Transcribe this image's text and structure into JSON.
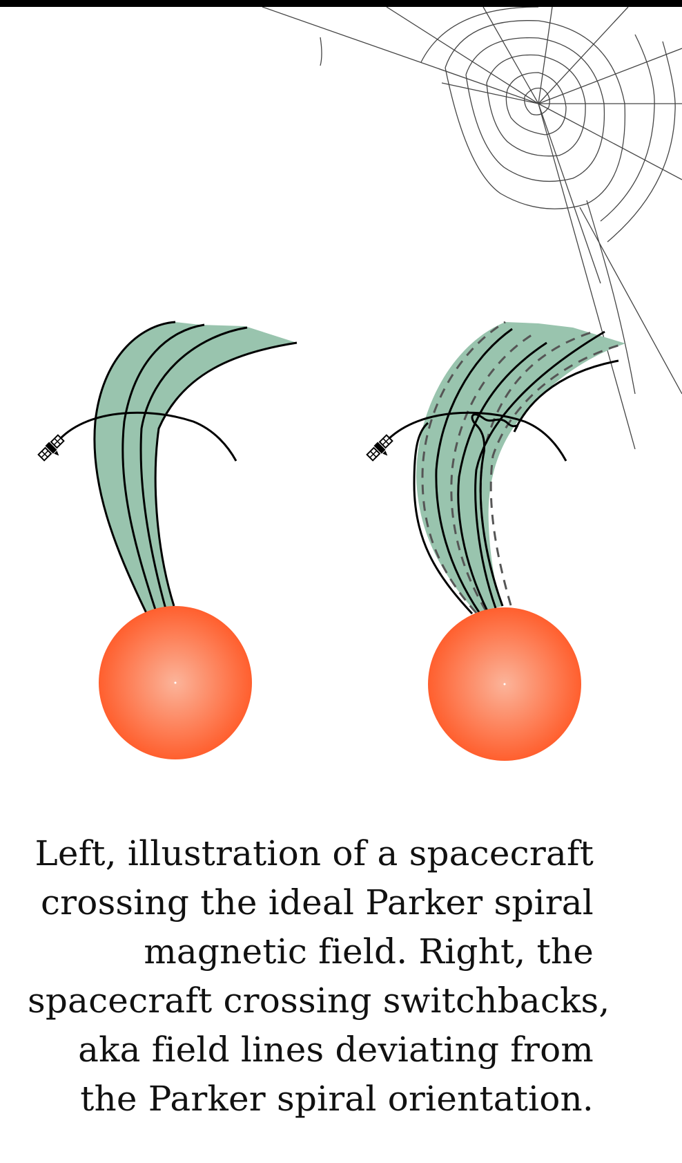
{
  "caption": {
    "lines": [
      "Left, illustration of a spacecraft",
      "crossing the ideal Parker spiral",
      "magnetic field. Right, the",
      "spacecraft crossing switchbacks,",
      "aka field lines deviating from",
      "the Parker spiral orientation."
    ]
  },
  "colors": {
    "field_fill": "#99c4ae",
    "sun_center": "#fbb49a",
    "sun_edge": "#ff5f2e",
    "line": "#000000",
    "dashed_line": "#555555"
  },
  "icons": {
    "spacecraft": "satellite-icon",
    "web": "spiderweb-icon"
  }
}
